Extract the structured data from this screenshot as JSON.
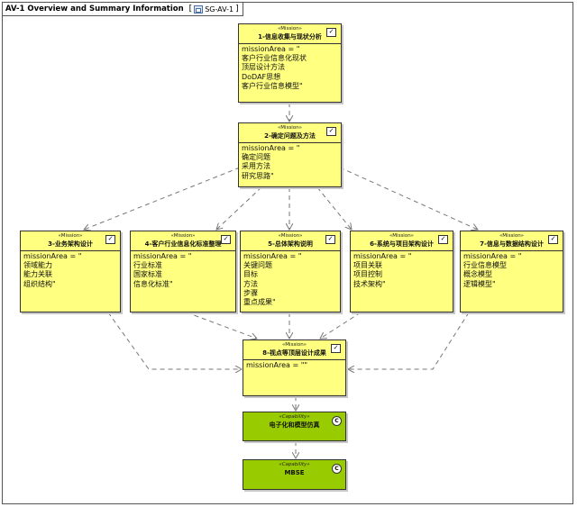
{
  "diagram": {
    "title": "AV-1 Overview and Summary Information",
    "reference": "SG-AV-1",
    "reference_icon": "diagram-icon"
  },
  "mission_stereotype": "«Mission»",
  "capability_stereotype": "«Capability»",
  "icons": {
    "mission": "checkbox-icon",
    "capability": "capability-c-icon"
  },
  "colors": {
    "mission_fill": "#ffff80",
    "capability_fill": "#99cc00",
    "edge": "#777777"
  },
  "missions": [
    {
      "id": "m1",
      "name": "1-信息收集与现状分析",
      "body": "missionArea = \"\n客户行业信息化现状\n顶层设计方法\nDoDAF思想\n客户行业信息模型\""
    },
    {
      "id": "m2",
      "name": "2-确定问题及方法",
      "body": "missionArea = \"\n确定问题\n采用方法\n研究思路\""
    },
    {
      "id": "m3",
      "name": "3-业务架构设计",
      "body": "missionArea = \"\n领域能力\n能力关联\n组织结构\""
    },
    {
      "id": "m4",
      "name": "4-客户行业信息化标准整理",
      "body": "missionArea = \"\n行业标准\n国家标准\n信息化标准\""
    },
    {
      "id": "m5",
      "name": "5-总体架构说明",
      "body": "missionArea = \"\n关键问题\n目标\n方法\n步骤\n重点成果\""
    },
    {
      "id": "m6",
      "name": "6-系统与项目架构设计",
      "body": "missionArea = \"\n项目关联\n项目控制\n技术架构\""
    },
    {
      "id": "m7",
      "name": "7-信息与数据结构设计",
      "body": "missionArea = \"\n行业信息模型\n概念模型\n逻辑模型\""
    },
    {
      "id": "m8",
      "name": "8-视点等顶层设计成果",
      "body": "missionArea = \"\""
    }
  ],
  "capabilities": [
    {
      "id": "c1",
      "name": "电子化和模型仿真"
    },
    {
      "id": "c2",
      "name": "MBSE"
    }
  ]
}
